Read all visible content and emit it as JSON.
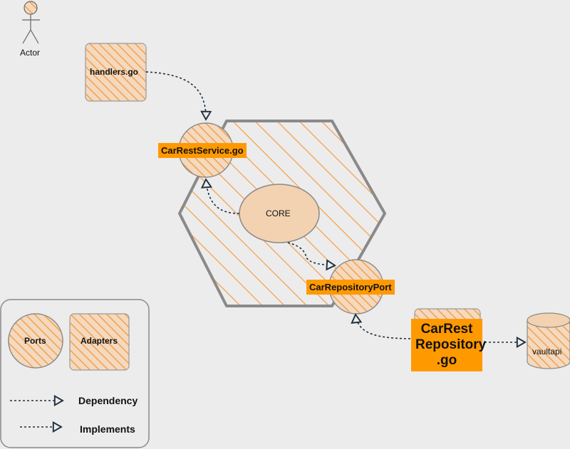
{
  "actor": {
    "label": "Actor"
  },
  "nodes": {
    "handlers": "handlers.go",
    "car_rest_service": "CarRestService.go",
    "core": "CORE",
    "car_repository_port": "CarRepositoryPort",
    "car_rest_repository": {
      "line1": "CarRest",
      "line2": "Repository",
      "line3": ".go"
    },
    "vaultapi": "vaultapi"
  },
  "legend": {
    "ports": "Ports",
    "adapters": "Adapters",
    "dependency": "Dependency",
    "implements": "Implements"
  },
  "colors": {
    "background": "#ececec",
    "accent": "#ff9900",
    "hatch": "#f5a04a",
    "fill_light": "#f2d2b0",
    "stroke": "#888888",
    "connector": "#1f2f3f"
  }
}
